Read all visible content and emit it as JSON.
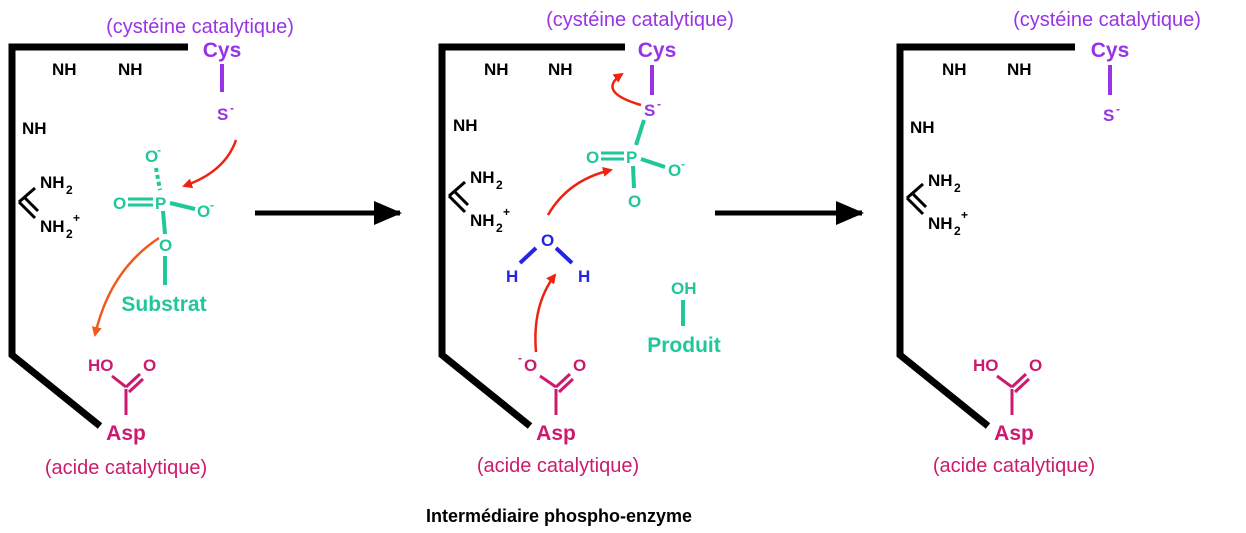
{
  "colors": {
    "cys": "#9933e6",
    "asp": "#cc1a6e",
    "phosphate": "#1fc799",
    "water": "#2424e6",
    "arrow": "#ee2211",
    "arrow_orange": "#f05a1e",
    "backbone": "#000000"
  },
  "labels": {
    "cys_note": "(cystéine catalytique)",
    "cys": "Cys",
    "asp_note": "(acide catalytique)",
    "asp": "Asp",
    "nh": "NH",
    "nh2": "NH",
    "sub2": "2",
    "plus": "+",
    "minus": "-",
    "s": "S",
    "o": "O",
    "p": "P",
    "h": "H",
    "ho": "HO",
    "oh": "OH",
    "substrat": "Substrat",
    "produit": "Produit"
  },
  "caption": "Intermédiaire phospho-enzyme"
}
